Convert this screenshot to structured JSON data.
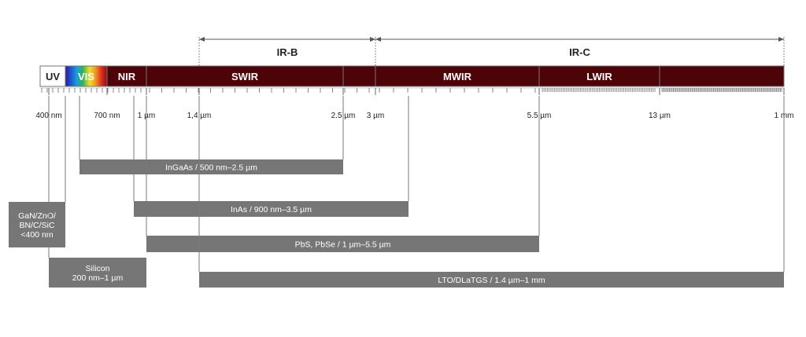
{
  "colors": {
    "band_fill": "#4e0309",
    "band_outline": "#777777",
    "bar_fill": "#767676",
    "tick": "#888888",
    "text_dark": "#222222",
    "text_light": "#ffffff"
  },
  "groups": [
    {
      "label": "IR-B",
      "from": "1,4 µm",
      "to": "3 µm"
    },
    {
      "label": "IR-C",
      "from": "3 µm",
      "to": "1 mm"
    }
  ],
  "bands": [
    {
      "label": "UV",
      "style": "light"
    },
    {
      "label": "VIS",
      "style": "spectrum"
    },
    {
      "label": "NIR",
      "style": "dark"
    },
    {
      "label": "SWIR",
      "style": "dark"
    },
    {
      "label": "",
      "style": "dark"
    },
    {
      "label": "MWIR",
      "style": "dark"
    },
    {
      "label": "LWIR",
      "style": "dark"
    },
    {
      "label": "",
      "style": "dark"
    }
  ],
  "wavelength_labels": [
    "400 nm",
    "700 nm",
    "1 µm",
    "1,4 µm",
    "2.5 µm",
    "3 µm",
    "5.5 µm",
    "13 µm",
    "1 mm"
  ],
  "materials": [
    {
      "label": "InGaAs / 500 nm–2.5 µm",
      "start": "500 nm",
      "end": "2.5 µm"
    },
    {
      "label": "InAs / 900 nm–3.5 µm",
      "start": "900 nm",
      "end": "3.5 µm"
    },
    {
      "label": "PbS, PbSe / 1 µm–5.5 µm",
      "start": "1 µm",
      "end": "5.5 µm"
    },
    {
      "label": "LTO/DLaTGS / 1.4 µm–1 mm",
      "start": "1.4 µm",
      "end": "1 mm"
    },
    {
      "label": "Silicon\n200 nm–1 µm",
      "start": "200 nm",
      "end": "1 µm"
    },
    {
      "label": "GaN/ZnO/\nBN/C/SiC\n<400 nm",
      "start": "",
      "end": "400 nm"
    }
  ]
}
